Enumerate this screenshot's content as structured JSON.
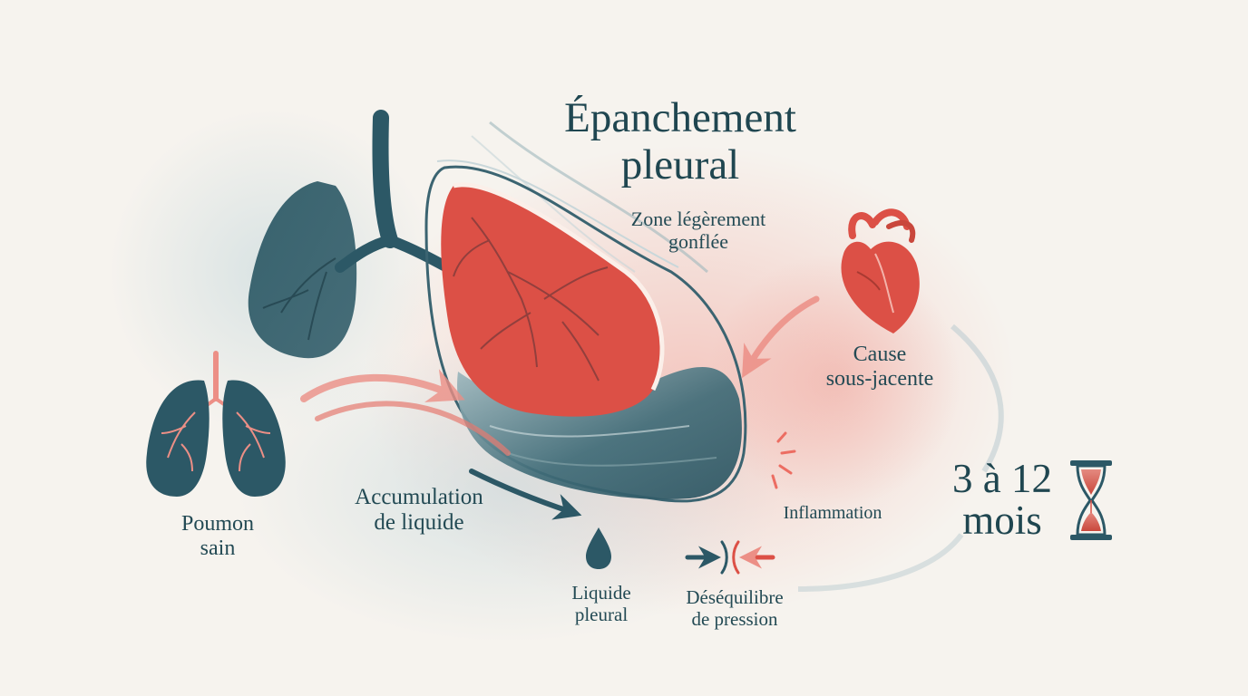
{
  "title": {
    "line1": "Épanchement",
    "line2": "pleural"
  },
  "labels": {
    "zone_line1": "Zone légèrement",
    "zone_line2": "gonflée",
    "cause_line1": "Cause",
    "cause_line2": "sous-jacente",
    "healthy_line1": "Poumon",
    "healthy_line2": "sain",
    "accumulation_line1": "Accumulation",
    "accumulation_line2": "de liquide",
    "inflammation": "Inflammation",
    "liquid_line1": "Liquide",
    "liquid_line2": "pleural",
    "pressure_line1": "Déséquilibre",
    "pressure_line2": "de pression"
  },
  "duration": {
    "line1": "3 à 12",
    "line2": "mois"
  },
  "icons": {
    "heart": "heart-icon",
    "hourglass": "hourglass-icon",
    "droplet": "droplet-icon",
    "pressure": "pressure-arrows-icon",
    "inflammation": "inflammation-burst-icon"
  },
  "colors": {
    "teal": "#2c5866",
    "red": "#dc5046",
    "pink": "#ef9187",
    "background": "#f6f3ee"
  }
}
